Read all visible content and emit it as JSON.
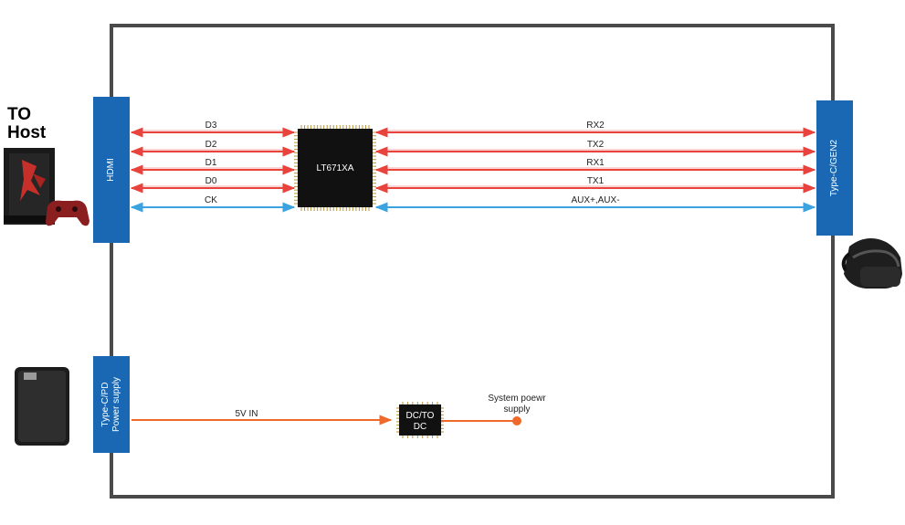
{
  "host": {
    "line1": "TO",
    "line2": "Host"
  },
  "ports": {
    "hdmi": "HDMI",
    "typec_gen2": "Type-C/GEN2",
    "typec_pd_line1": "Type-C/PD",
    "typec_pd_line2": "Power supply"
  },
  "chip": {
    "label": "LT671XA"
  },
  "left_signals": [
    "D3",
    "D2",
    "D1",
    "D0",
    "CK"
  ],
  "right_signals": [
    "RX2",
    "TX2",
    "RX1",
    "TX1",
    "AUX+,AUX-"
  ],
  "power": {
    "input_label": "5V IN",
    "converter_line1": "DC/TO",
    "converter_line2": "DC",
    "output_line1": "System poewr",
    "output_line2": "supply"
  },
  "colors": {
    "frame": "#4a4a4a",
    "port_blue": "#1a68b3",
    "data_red": "#e8433c",
    "clock_blue": "#3ba3e0",
    "power_orange": "#ef6a2a",
    "chip": "#111111"
  }
}
